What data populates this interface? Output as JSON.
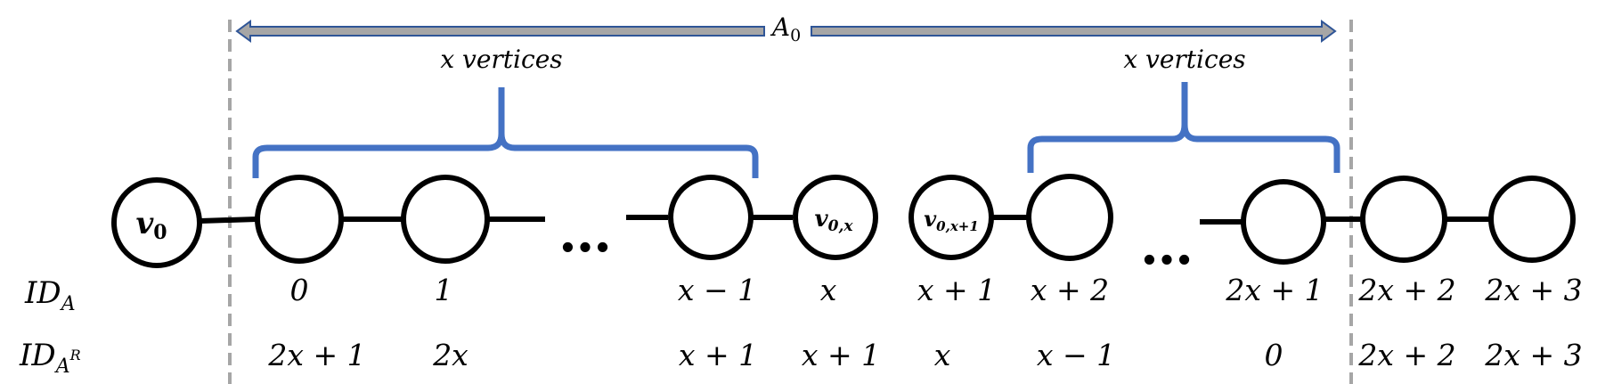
{
  "colors": {
    "line": "#000000",
    "brace": "#4472C4",
    "arrow_fill": "#A6A6A6",
    "arrow_stroke": "#2F5597",
    "dashed": "#A6A6A6"
  },
  "span": {
    "label": "A",
    "sub": "0"
  },
  "braces": [
    {
      "label": "x vertices"
    },
    {
      "label": "x vertices"
    }
  ],
  "nodes": {
    "v0": {
      "main": "v",
      "sub": "0"
    },
    "v0x": {
      "main": "v",
      "sub": "0,x"
    },
    "v0x1": {
      "main": "v",
      "sub": "0,x+1"
    }
  },
  "ellipsis": "…",
  "rows": {
    "ida": {
      "main": "ID",
      "sub": "A"
    },
    "idar": {
      "main": "ID",
      "sub": "A",
      "sup": "R"
    }
  },
  "ida_values": [
    "0",
    "1",
    "x − 1",
    "x",
    "x + 1",
    "x + 2",
    "2x + 1",
    "2x + 2",
    "2x + 3"
  ],
  "idar_values": [
    "2x + 1",
    "2x",
    "x + 1",
    "x + 1",
    "x",
    "x − 1",
    "0",
    "2x + 2",
    "2x + 3"
  ]
}
